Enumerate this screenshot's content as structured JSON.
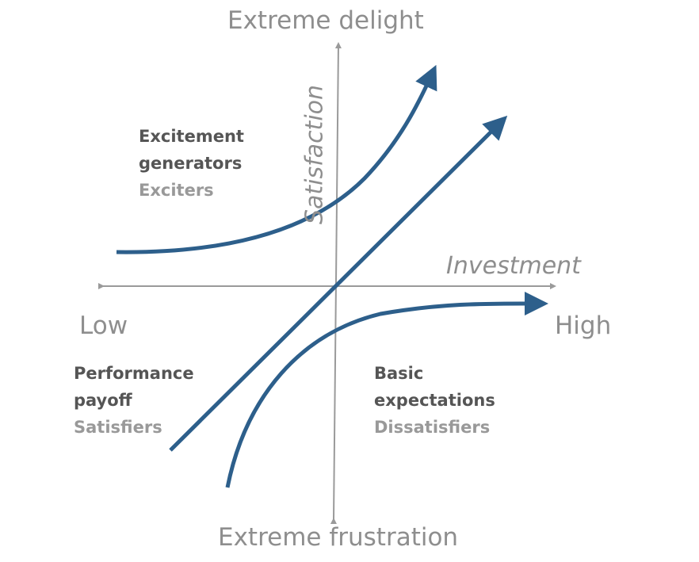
{
  "axes": {
    "top": "Extreme delight",
    "bottom": "Extreme frustration",
    "left": "Low",
    "right": "High",
    "x_label": "Investment",
    "y_label": "Satisfaction"
  },
  "quadrants": {
    "exciters": {
      "title_line1": "Excitement",
      "title_line2": "generators",
      "subtitle": "Exciters"
    },
    "performance": {
      "title_line1": "Performance",
      "title_line2": "payoff",
      "subtitle": "Satisfiers"
    },
    "basic": {
      "title_line1": "Basic",
      "title_line2": "expectations",
      "subtitle": "Dissatisfiers"
    }
  },
  "colors": {
    "curve": "#2d5f8b",
    "axis": "#9a9a9a"
  }
}
